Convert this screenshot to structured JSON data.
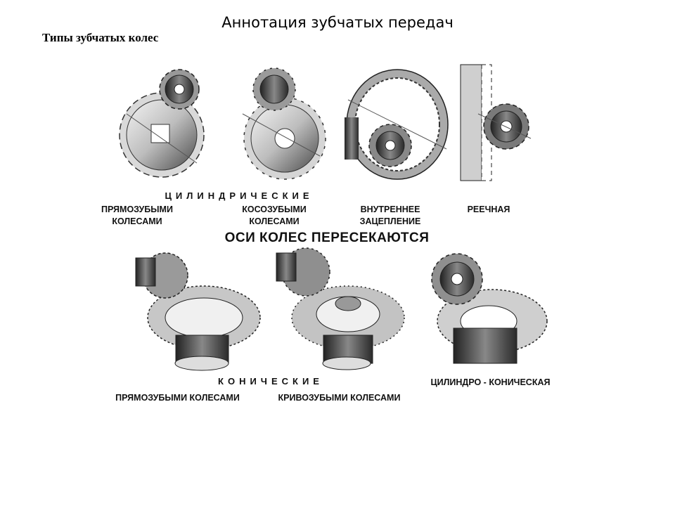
{
  "slide": {
    "title": "Аннотация зубчатых передач",
    "section_heading": "Типы зубчатых колес"
  },
  "figure": {
    "group_cylindrical": "ЦИЛИНДРИЧЕСКИЕ",
    "group_axes_intersect": "ОСИ КОЛЕС ПЕРЕСЕКАЮТСЯ",
    "group_conical": "КОНИЧЕСКИЕ",
    "top_row": [
      {
        "line1": "ПРЯМОЗУБЫМИ",
        "line2": "КОЛЕСАМИ"
      },
      {
        "line1": "КОСОЗУБЫМИ",
        "line2": "КОЛЕСАМИ"
      },
      {
        "line1": "ВНУТРЕННЕЕ",
        "line2": "ЗАЦЕПЛЕНИЕ"
      },
      {
        "line1": "РЕЕЧНАЯ",
        "line2": ""
      }
    ],
    "bottom_row": [
      {
        "label": "ПРЯМОЗУБЫМИ КОЛЕСАМИ"
      },
      {
        "label": "КРИВОЗУБЫМИ КОЛЕСАМИ"
      },
      {
        "label": "ЦИЛИНДРО - КОНИЧЕСКАЯ"
      }
    ]
  }
}
